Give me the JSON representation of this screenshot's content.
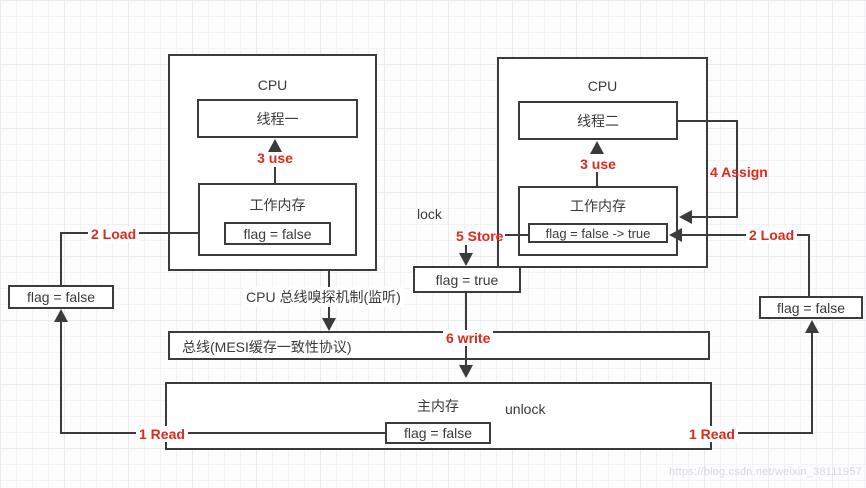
{
  "diagram": {
    "left_cpu": {
      "title": "CPU",
      "thread": "线程一",
      "use_label": "3 use",
      "wm_title": "工作内存",
      "flag": "flag = false"
    },
    "right_cpu": {
      "title": "CPU",
      "thread": "线程二",
      "use_label": "3 use",
      "wm_title": "工作内存",
      "flag": "flag = false -> true"
    },
    "labels": {
      "assign": "4 Assign",
      "store": "5 Store",
      "write": "6 write",
      "load_left": "2 Load",
      "load_right": "2 Load",
      "read_left": "1 Read",
      "read_right": "1 Read",
      "lock": "lock",
      "unlock": "unlock",
      "sniff": "CPU 总线嗅探机制(监听)"
    },
    "side_flags": {
      "left": "flag = false",
      "right": "flag = false",
      "store_result": "flag = true"
    },
    "bus": {
      "title": "总线(MESI缓存一致性协议)"
    },
    "main_memory": {
      "title": "主内存",
      "flag": "flag = false"
    },
    "watermark": "https://blog.csdn.net/weixin_38111957",
    "colors": {
      "line": "#3b3b3b",
      "accent_red": "#df291d",
      "background": "#fdfdfe"
    }
  }
}
